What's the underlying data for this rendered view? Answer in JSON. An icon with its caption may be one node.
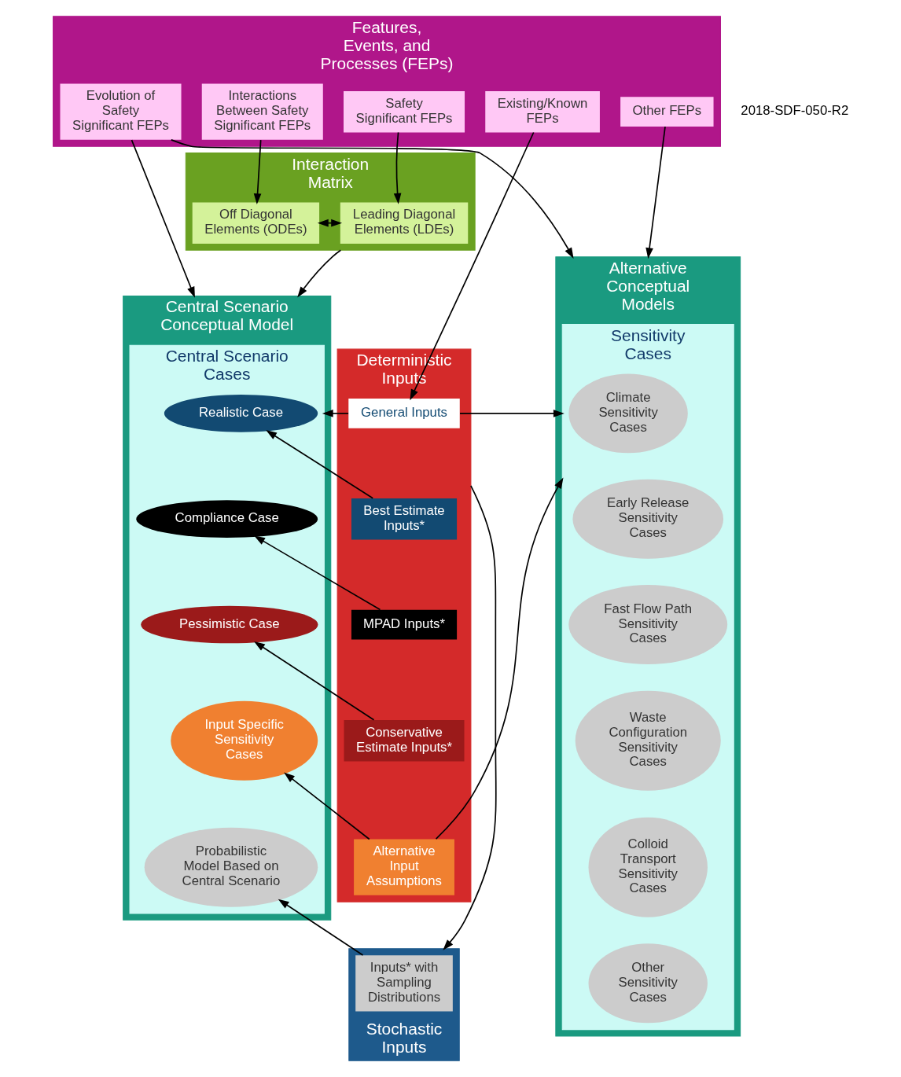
{
  "diagram": {
    "nodes": [
      {
        "text": [
          "Features, Events, and Processes (FEPs)"
        ]
      },
      {
        "text": [
          "Safety Significant FEPs"
        ],
        "in": 0
      },
      {
        "text": [
          "Interactions Between Safety Significant FEPs"
        ],
        "in": 0
      },
      {
        "text": [
          "Evolution of Safety Significant FEPs"
        ],
        "in": 0
      },
      {
        "text": [
          "Existing/Known FEPs"
        ],
        "in": 0
      },
      {
        "text": [
          "Other FEPs"
        ],
        "in": 0
      },
      {
        "text": [
          "Interaction Matrix"
        ]
      },
      {
        "text": [
          "Leading Diagonal Elements (LDEs)"
        ],
        "in": 6
      },
      {
        "text": [
          "Off Diagonal Elements (ODEs)"
        ],
        "in": 6
      },
      {
        "text": [
          "Alternative Conceptual Models"
        ]
      },
      {
        "text": [
          "Sensitivity Cases"
        ],
        "in": 9
      },
      {
        "text": [
          "Climate Sensitivity Cases"
        ],
        "in": 10
      },
      {
        "text": [
          "Early Release Sensitivity Cases"
        ],
        "in": 10
      },
      {
        "text": [
          "Fast Flow Path Sensitivity Cases"
        ],
        "in": 10
      },
      {
        "text": [
          "Waste Configuration Sensitivity Cases"
        ],
        "in": 10
      },
      {
        "text": [
          "Colloid Transport Sensitivity Cases"
        ],
        "in": 10
      },
      {
        "text": [
          "Other Sensitivity Cases"
        ],
        "in": 10
      },
      {
        "text": [
          "Central Scenario Conceptual Model"
        ]
      },
      {
        "text": [
          "Central Scenario Cases"
        ],
        "in": 17
      },
      {
        "text": [
          "Realistic Case"
        ],
        "in": 18
      },
      {
        "text": [
          "Compliance Case"
        ],
        "in": 18
      },
      {
        "text": [
          "Pessimistic Case"
        ],
        "in": 18
      },
      {
        "text": [
          "Input Specific Sensitivity Cases"
        ],
        "in": 18
      },
      {
        "text": [
          "Probabilistic Model Based on Central Scenario"
        ],
        "in": 18
      },
      {
        "text": [
          "Deterministic Inputs"
        ]
      },
      {
        "text": [
          "General Inputs"
        ],
        "in": 24
      },
      {
        "text": [
          "Best Estimate Inputs*"
        ],
        "in": 24
      },
      {
        "text": [
          "MPAD Inputs*"
        ],
        "in": 24
      },
      {
        "text": [
          "Conservative Estimate Inputs*"
        ],
        "in": 24
      },
      {
        "text": [
          "Alternative Input Assumptions"
        ],
        "in": 24
      },
      {
        "text": [
          "Stochastic Inputs"
        ]
      },
      {
        "text": [
          "Inputs* with Sampling Distributions"
        ],
        "in": 30
      }
    ],
    "edges": [
      {
        "from": 1,
        "to": 7,
        "arrow": "to"
      },
      {
        "from": 2,
        "to": 8,
        "arrow": "to"
      },
      {
        "from": 7,
        "to": 8,
        "arrow": "both"
      },
      {
        "from": 6,
        "to": 17,
        "arrow": "to"
      },
      {
        "from": 3,
        "to": 17,
        "arrow": "to"
      },
      {
        "from": 3,
        "to": 9,
        "arrow": "to"
      },
      {
        "from": 4,
        "to": 25,
        "arrow": "to"
      },
      {
        "from": 5,
        "to": 9,
        "arrow": "to"
      },
      {
        "from": 25,
        "to": 18,
        "arrow": "to"
      },
      {
        "from": 25,
        "to": 10,
        "arrow": "to"
      },
      {
        "from": 26,
        "to": 19,
        "arrow": "to"
      },
      {
        "from": 27,
        "to": 20,
        "arrow": "to"
      },
      {
        "from": 28,
        "to": 21,
        "arrow": "to"
      },
      {
        "from": 29,
        "to": 22,
        "arrow": "to"
      },
      {
        "from": 29,
        "to": 10,
        "arrow": "to"
      },
      {
        "from": 24,
        "to": 30,
        "arrow": "to"
      },
      {
        "from": 31,
        "to": 23,
        "arrow": "to"
      }
    ],
    "labels": [
      "2018-SDF-050-R2"
    ]
  }
}
